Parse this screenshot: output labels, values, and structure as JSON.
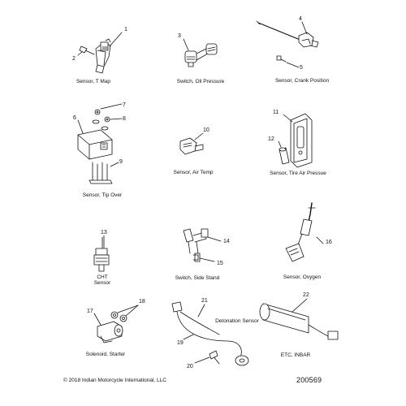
{
  "parts": [
    {
      "id": "sensor-t-map",
      "label": "Sensor, T Map",
      "callouts": [
        "1",
        "2"
      ]
    },
    {
      "id": "switch-oil-pressure",
      "label": "Switch, Oil Pressure",
      "callouts": [
        "3"
      ]
    },
    {
      "id": "sensor-crank-position",
      "label": "Sensor, Crank Position",
      "callouts": [
        "4",
        "5"
      ]
    },
    {
      "id": "sensor-tip-over",
      "label": "Sensor, Tip Over",
      "callouts": [
        "6",
        "7",
        "8",
        "9"
      ]
    },
    {
      "id": "sensor-air-temp",
      "label": "Sensor, Air Temp",
      "callouts": [
        "10"
      ]
    },
    {
      "id": "sensor-tire-air-pressure",
      "label": "Sensor, Tire Air Pressue",
      "callouts": [
        "11",
        "12"
      ]
    },
    {
      "id": "cht-sensor",
      "label": "CHT\nSensor",
      "label_lines": [
        "CHT",
        "Sensor"
      ],
      "callouts": [
        "13"
      ]
    },
    {
      "id": "switch-side-stand",
      "label": "Switch, Side Stand",
      "callouts": [
        "14",
        "15"
      ]
    },
    {
      "id": "sensor-oxygen",
      "label": "Sensor, Oxygen",
      "callouts": [
        "16"
      ]
    },
    {
      "id": "solenoid-starter",
      "label": "Solenoid, Starter",
      "callouts": [
        "17",
        "18"
      ]
    },
    {
      "id": "detonation-sensor",
      "label": "Detonation Sensor",
      "callouts": [
        "19",
        "20",
        "21"
      ]
    },
    {
      "id": "etc-inbar",
      "label": "ETC, INBAR",
      "callouts": [
        "22"
      ]
    }
  ],
  "callouts": [
    "1",
    "2",
    "3",
    "4",
    "5",
    "6",
    "7",
    "8",
    "9",
    "10",
    "11",
    "12",
    "13",
    "14",
    "15",
    "16",
    "17",
    "18",
    "19",
    "20",
    "21",
    "22"
  ],
  "copyright": "© 2018 Indian Motorcycle International, LLC",
  "document_number": "200569"
}
